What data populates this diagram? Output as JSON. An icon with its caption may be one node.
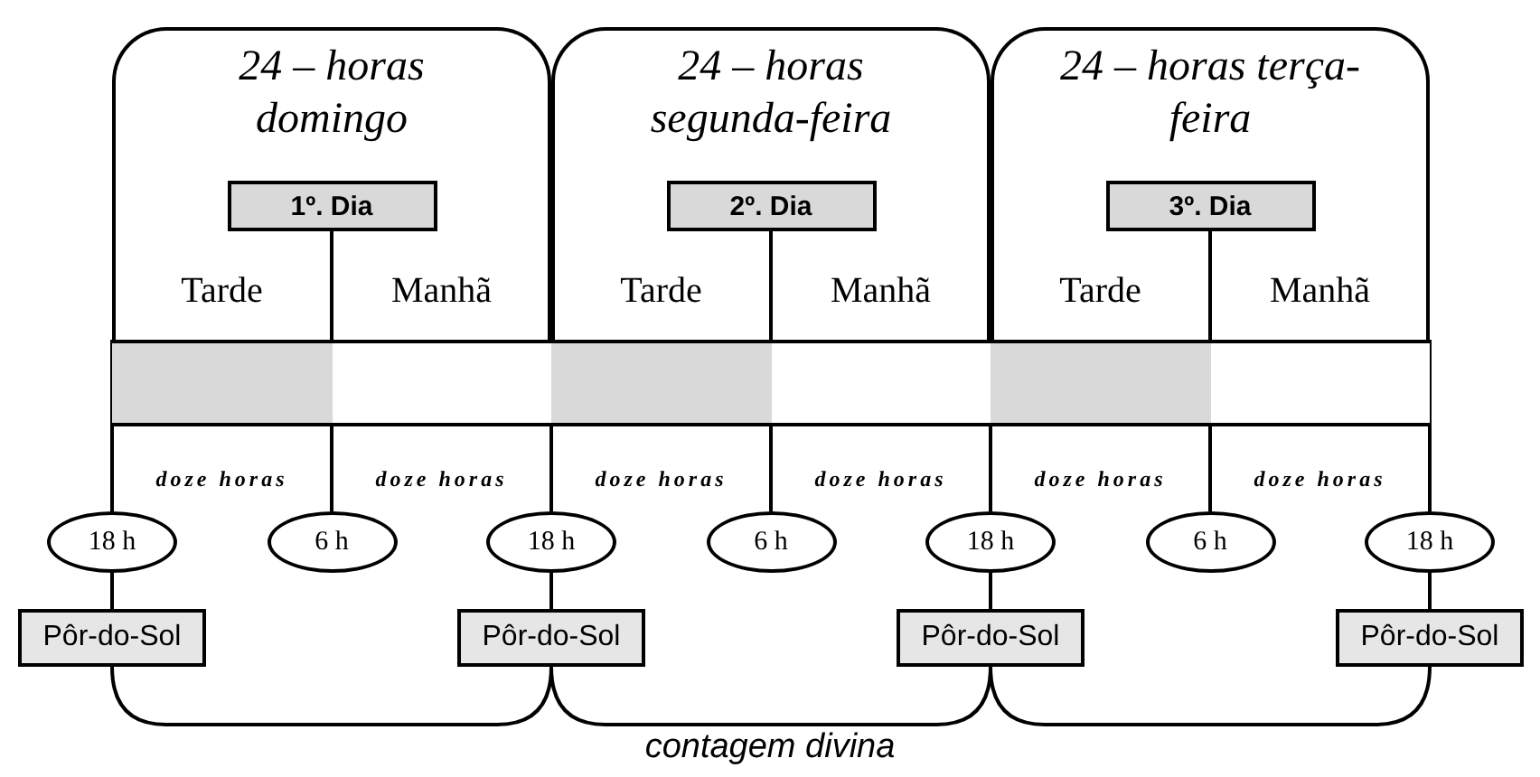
{
  "diagram": {
    "caption": "contagem divina",
    "nodes": [
      {
        "text": [
          "24 – horas domingo"
        ]
      },
      {
        "text": [
          "24 – horas segunda-feira"
        ]
      },
      {
        "text": [
          "24 – horas terça-feira"
        ]
      },
      {
        "text": [
          "1º. Dia"
        ],
        "in": 0
      },
      {
        "text": [
          "2º. Dia"
        ],
        "in": 1
      },
      {
        "text": [
          "3º. Dia"
        ],
        "in": 2
      },
      {
        "text": [
          "18 h"
        ]
      },
      {
        "text": [
          "6 h"
        ]
      },
      {
        "text": [
          "18 h"
        ]
      },
      {
        "text": [
          "6 h"
        ]
      },
      {
        "text": [
          "18 h"
        ]
      },
      {
        "text": [
          "6 h"
        ]
      },
      {
        "text": [
          "18 h"
        ]
      },
      {
        "text": [
          "Pôr-do-Sol"
        ]
      },
      {
        "text": [
          "Pôr-do-Sol"
        ]
      },
      {
        "text": [
          "Pôr-do-Sol"
        ]
      },
      {
        "text": [
          "Pôr-do-Sol"
        ]
      }
    ],
    "edges": [
      {
        "from": 6,
        "to": 13,
        "arrow": "none"
      },
      {
        "from": 8,
        "to": 14,
        "arrow": "none"
      },
      {
        "from": 10,
        "to": 15,
        "arrow": "none"
      },
      {
        "from": 12,
        "to": 16,
        "arrow": "none"
      },
      {
        "from": 13,
        "to": 14,
        "arrow": "none"
      },
      {
        "from": 14,
        "to": 15,
        "arrow": "none"
      },
      {
        "from": 15,
        "to": 16,
        "arrow": "none"
      },
      {
        "from": 3,
        "to": 7,
        "arrow": "none"
      },
      {
        "from": 4,
        "to": 9,
        "arrow": "none"
      },
      {
        "from": 5,
        "to": 11,
        "arrow": "none"
      }
    ],
    "labels": [
      "Tarde",
      "Manhã",
      "Tarde",
      "Manhã",
      "Tarde",
      "Manhã",
      "doze horas",
      "doze horas",
      "doze horas",
      "doze horas",
      "doze horas",
      "doze horas"
    ]
  }
}
